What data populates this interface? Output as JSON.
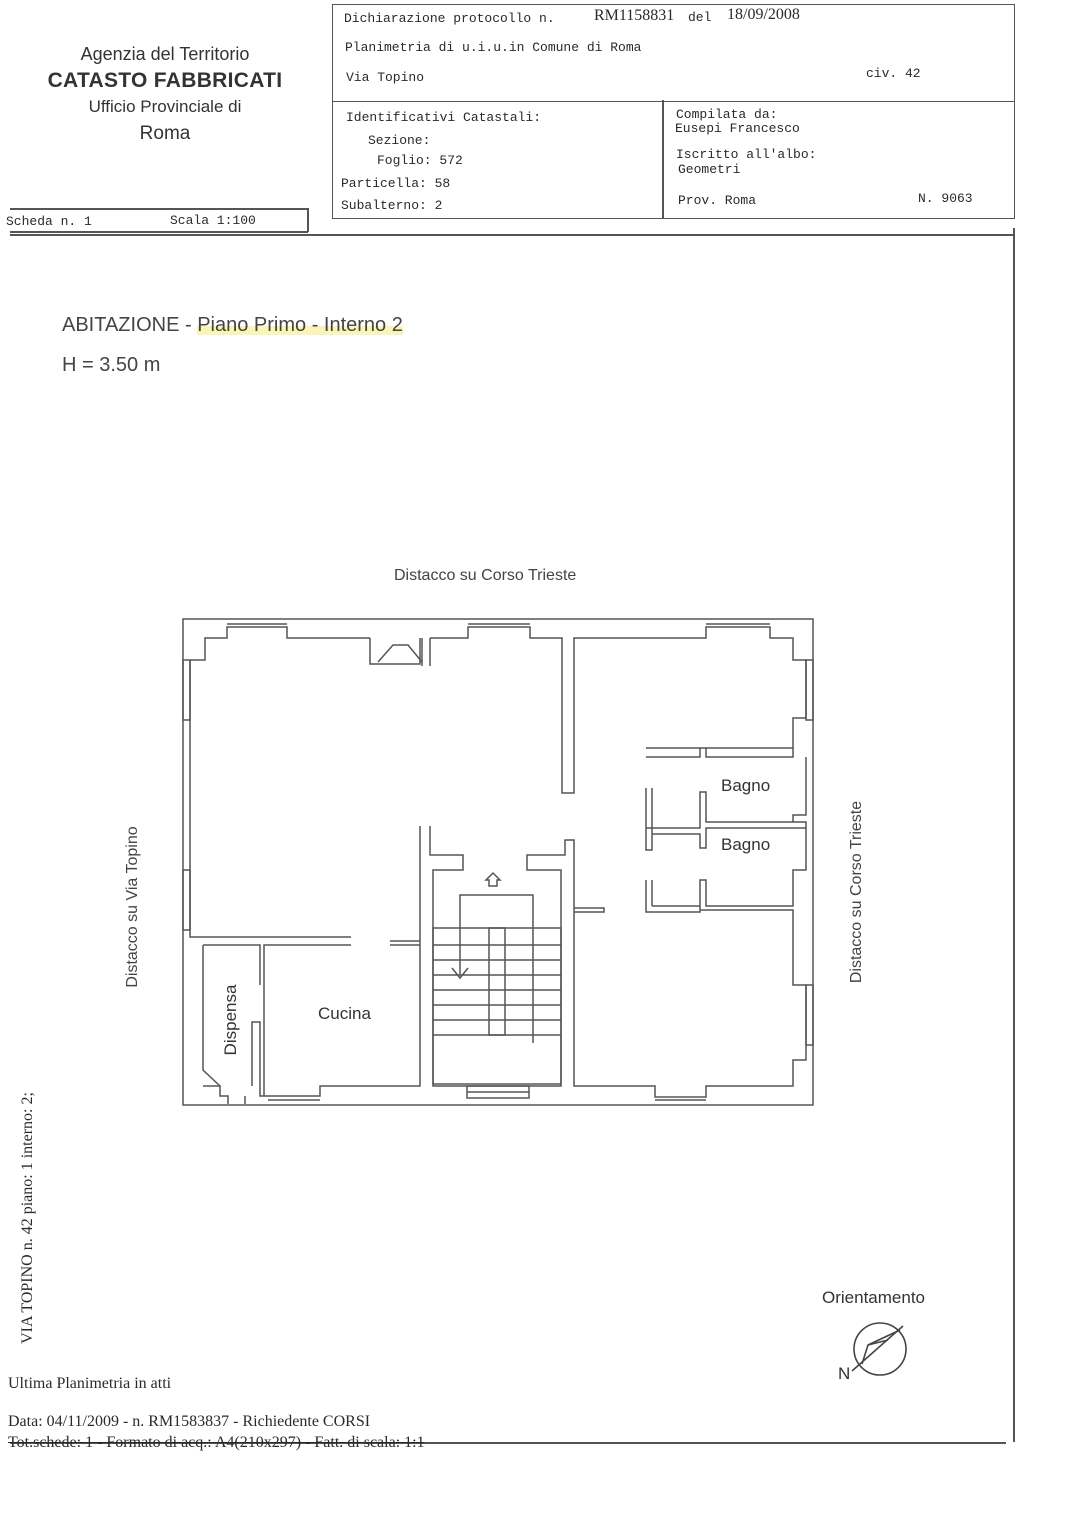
{
  "agency": {
    "line1": "Agenzia del Territorio",
    "line2": "CATASTO FABBRICATI",
    "line3": "Ufficio Provinciale di",
    "line4": "Roma"
  },
  "scheda": {
    "label": "Scheda n. 1",
    "scale": "Scala 1:100"
  },
  "header": {
    "protocol_label": "Dichiarazione protocollo n.",
    "protocol_number": "RM1158831",
    "del_label": "del",
    "date": "18/09/2008",
    "planimetria": "Planimetria di u.i.u.in Comune di Roma",
    "street": "Via Topino",
    "civ": "civ. 42"
  },
  "identifiers": {
    "title": "Identificativi Catastali:",
    "sezione": "Sezione:",
    "foglio": "Foglio: 572",
    "particella": "Particella: 58",
    "subalterno": "Subalterno: 2"
  },
  "compiler": {
    "compilata_label": "Compilata da:",
    "name": "Eusepi Francesco",
    "iscritto_label": "Iscritto all'albo:",
    "albo": "Geometri",
    "prov": "Prov. Roma",
    "number": "N.  9063"
  },
  "plan": {
    "title_prefix": "ABITAZIONE - ",
    "title_floor": "Piano Primo - Interno 2",
    "height": "H = 3.50 m",
    "top_label": "Distacco su Corso Trieste",
    "left_label": "Distacco su Via Topino",
    "right_label": "Distacco su Corso Trieste",
    "rooms": {
      "bagno1": "Bagno",
      "bagno2": "Bagno",
      "cucina": "Cucina",
      "dispensa": "Dispensa"
    }
  },
  "orientation": {
    "label": "Orientamento",
    "north": "N"
  },
  "side_text": "VIA TOPINO n. 42 piano: 1 interno: 2;",
  "footer": {
    "line1": "Ultima Planimetria in atti",
    "line2": "Data: 04/11/2009 -  n. RM1583837 - Richiedente CORSI",
    "line3": "Tot.schede: 1 - Formato di acq.: A4(210x297) - Fatt. di scala: 1:1"
  }
}
